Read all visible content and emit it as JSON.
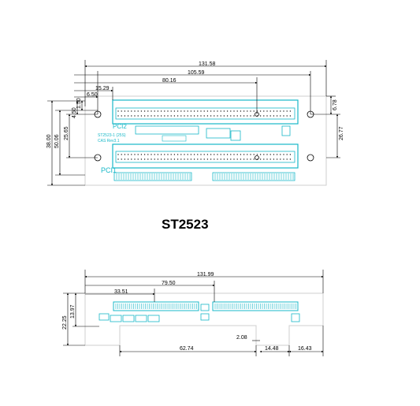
{
  "title": "ST2523",
  "colors": {
    "board": "#18b8c8",
    "line": "#000000",
    "outline": "#d0d0d0"
  },
  "top_view": {
    "slot_top_label": "PCI2",
    "slot_bottom_label": "PCI1",
    "board_text": "ST2523-1 (25S)",
    "board_rev": "CAS Rev3.1",
    "dims": {
      "overall": "131.58",
      "span2": "105.59",
      "span3": "80.16",
      "span4": "15.29",
      "span5": "6.50",
      "left1": "1.50",
      "left2": "4.50",
      "left3": "25.65",
      "left4": "38.00",
      "left5": "50.06",
      "right1": "6.78",
      "right2": "26.77"
    }
  },
  "bottom_view": {
    "dims": {
      "overall": "131.99",
      "span2": "79.50",
      "span3": "33.51",
      "left1": "22.25",
      "left2": "13.97",
      "b1": "62.74",
      "b2": "2.08",
      "b3": "14.48",
      "b4": "16.43"
    }
  }
}
